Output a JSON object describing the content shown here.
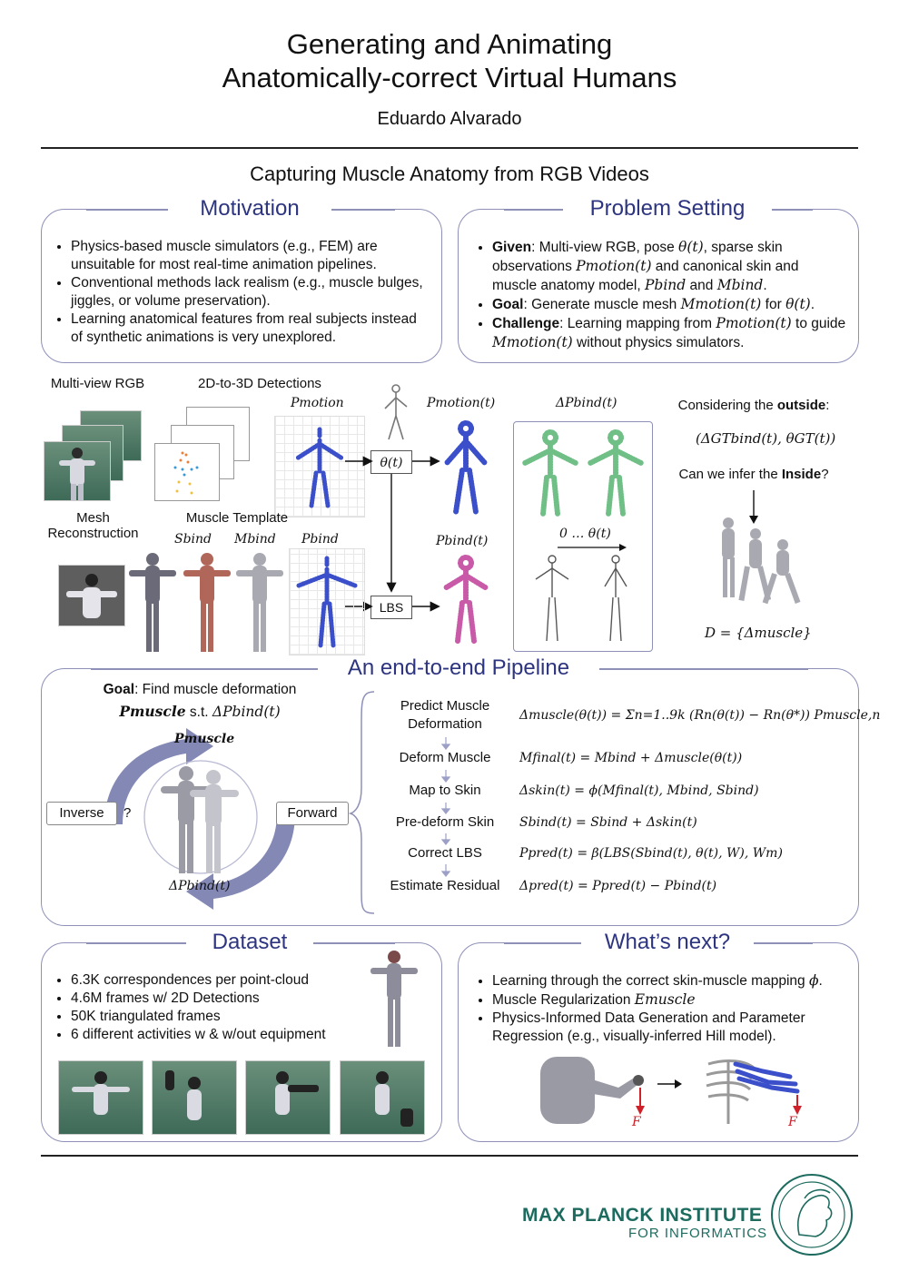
{
  "header": {
    "title_line1": "Generating and Animating",
    "title_line2": "Anatomically-correct Virtual Humans",
    "author": "Eduardo Alvarado",
    "subtitle": "Capturing Muscle Anatomy from RGB Videos"
  },
  "motivation": {
    "title": "Motivation",
    "bullets": [
      "Physics-based muscle simulators (e.g., FEM) are unsuitable for most real-time animation pipelines.",
      "Conventional methods lack realism (e.g., muscle bulges, jiggles, or volume preservation).",
      "Learning anatomical features from real subjects instead of synthetic animations is very unexplored."
    ]
  },
  "problem": {
    "title": "Problem Setting",
    "given_label": "Given",
    "given_text1": ": Multi-view RGB, pose ",
    "given_math1": "θ(t)",
    "given_text2": ", sparse skin observations ",
    "given_math2": "Pmotion(t)",
    "given_text3": " and canonical skin and muscle anatomy model, ",
    "given_math3": "Pbind",
    "given_text4": " and ",
    "given_math4": "Mbind",
    "given_text5": ".",
    "goal_label": "Goal",
    "goal_text1": ": Generate muscle mesh ",
    "goal_math1": "Mmotion(t)",
    "goal_text2": " for ",
    "goal_math2": "θ(t)",
    "goal_text3": ".",
    "challenge_label": "Challenge",
    "challenge_text1": ": Learning mapping from ",
    "challenge_math1": "Pmotion(t)",
    "challenge_text2": " to guide ",
    "challenge_math2": "Mmotion(t)",
    "challenge_text3": " without physics simulators."
  },
  "figure": {
    "multiview": "Multi-view RGB",
    "detections": "2D-to-3D Detections",
    "mesh_recon_1": "Mesh",
    "mesh_recon_2": "Reconstruction",
    "muscle_template": "Muscle Template",
    "p_motion": "Pmotion",
    "p_motion_t": "Pmotion(t)",
    "delta_p_bind": "ΔPbind(t)",
    "theta_box": "θ(t)",
    "lbs_box": "LBS",
    "s_bind": "Sbind",
    "m_bind": "Mbind",
    "p_bind": "Pbind",
    "p_bind_t": "Pbind(t)",
    "zero_theta": "0 … θ(t)",
    "considering_pre": "Considering the ",
    "considering_bold": "outside",
    "considering_post": ":",
    "gt_tuple": "(ΔGTbind(t), θGT(t))",
    "infer_pre": "Can we infer the ",
    "infer_bold": "Inside",
    "infer_post": "?",
    "dataset_D": "D = {Δmuscle}"
  },
  "pipeline": {
    "title": "An end-to-end Pipeline",
    "goal_label": "Goal",
    "goal_text": ": Find muscle deformation",
    "goal_line2_math1": "Pmuscle",
    "goal_line2_text": " s.t. ",
    "goal_line2_math2": "ΔPbind(t)",
    "cycle_top": "Pmuscle",
    "cycle_bottom": "ΔPbind(t)",
    "inverse": "Inverse",
    "question": "?",
    "forward": "Forward",
    "steps": [
      {
        "label": "Predict Muscle Deformation",
        "eq": "Δmuscle(θ(t)) = Σn=1..9k (Rn(θ(t)) − Rn(θ*)) Pmuscle,n"
      },
      {
        "label": "Deform Muscle",
        "eq": "Mfinal(t) = Mbind + Δmuscle(θ(t))"
      },
      {
        "label": "Map to Skin",
        "eq": "Δskin(t) = ϕ(Mfinal(t), Mbind, Sbind)"
      },
      {
        "label": "Pre-deform Skin",
        "eq": "Sbind(t) = Sbind + Δskin(t)"
      },
      {
        "label": "Correct LBS",
        "eq": "Ppred(t) = β(LBS(Sbind(t), θ(t), W), Wm)"
      },
      {
        "label": "Estimate Residual",
        "eq": "Δpred(t) = Ppred(t) − Pbind(t)"
      }
    ]
  },
  "dataset": {
    "title": "Dataset",
    "bullets": [
      "6.3K correspondences per point-cloud",
      "4.6M frames w/ 2D Detections",
      "50K triangulated frames",
      "6 different activities w & w/out equipment"
    ]
  },
  "next": {
    "title": "What’s next?",
    "b1_text": "Learning through the correct skin-muscle mapping ",
    "b1_math": "ϕ",
    "b1_end": ".",
    "b2_text": "Muscle Regularization ",
    "b2_math": "Emuscle",
    "b3_text": "Physics-Informed Data Generation and Parameter Regression (e.g., visually-inferred Hill model).",
    "force": "F"
  },
  "footer": {
    "inst1": "MAX PLANCK INSTITUTE",
    "inst2": "FOR INFORMATICS"
  },
  "colors": {
    "accent": "#2d3480",
    "panel_border": "#8e90b8",
    "mpi_green": "#1d6b5f",
    "skin_blue": "#3a4fc9",
    "skin_pink": "#c85aa8",
    "skin_green": "#6fbf86",
    "force_red": "#d0202a"
  }
}
